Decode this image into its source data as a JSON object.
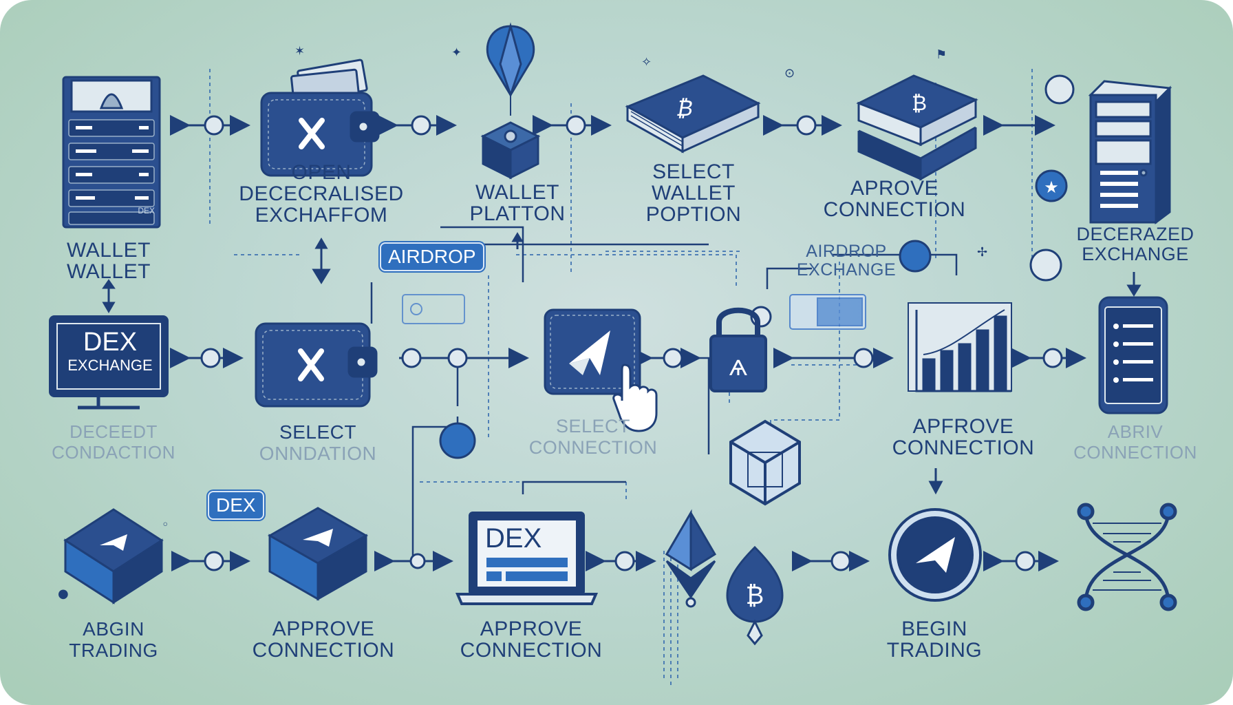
{
  "tags": {
    "airdrop": "AIRDROP",
    "dex": "DEX"
  },
  "screens": {
    "monitor_line1": "DEX",
    "monitor_line2": "EXCHANGE",
    "laptop": "DEX",
    "server": "DEX"
  },
  "labels": {
    "open_exchange": [
      "OPEN",
      "DECECRALISED",
      "EXCHAFFOM"
    ],
    "wallet_platform": [
      "WALLET",
      "PLATTON"
    ],
    "select_wallet": [
      "SELECT",
      "WALLET",
      "POPTION"
    ],
    "approve_top": [
      "APROVE",
      "CONNECTION"
    ],
    "decerazed": [
      "DECERAZED",
      "EXCHANGE"
    ],
    "wallet_left": [
      "WALLET",
      "WALLET"
    ],
    "airdrop_exchange": [
      "AIRDROP",
      "EXCHANGE"
    ],
    "deceedt": [
      "DECEEDT",
      "CONDACTION"
    ],
    "select_mid": [
      "SELECT",
      "ONNDATION"
    ],
    "select_conn": [
      "SELECT",
      "CONNECTION"
    ],
    "apfrove": [
      "APFROVE",
      "CONNECTION"
    ],
    "abriv": [
      "ABRIV",
      "CONNECTION"
    ],
    "abgin": [
      "ABGIN",
      "TRADING"
    ],
    "approve_b1": [
      "APPROVE",
      "CONNECTION"
    ],
    "approve_b2": [
      "APPROVE",
      "CONNECTION"
    ],
    "begin": [
      "BEGIN",
      "TRADING"
    ]
  },
  "colors": {
    "navy": "#1f3f78",
    "blue": "#2f6fbe",
    "accent": "#3a73c9",
    "background": "#bcd7d1"
  },
  "icons": [
    "server-rack-icon",
    "wallet-icon",
    "balloon-icon",
    "bitcoin-wallet-icon",
    "blockchain-blocks-icon",
    "server-tower-icon",
    "monitor-icon",
    "plane-card-icon",
    "padlock-icon",
    "bar-chart-icon",
    "smartphone-icon",
    "cube-icon",
    "laptop-icon",
    "ethereum-icon",
    "bitcoin-drop-icon",
    "plane-coin-icon",
    "dna-helix-icon",
    "pointer-hand-icon"
  ]
}
